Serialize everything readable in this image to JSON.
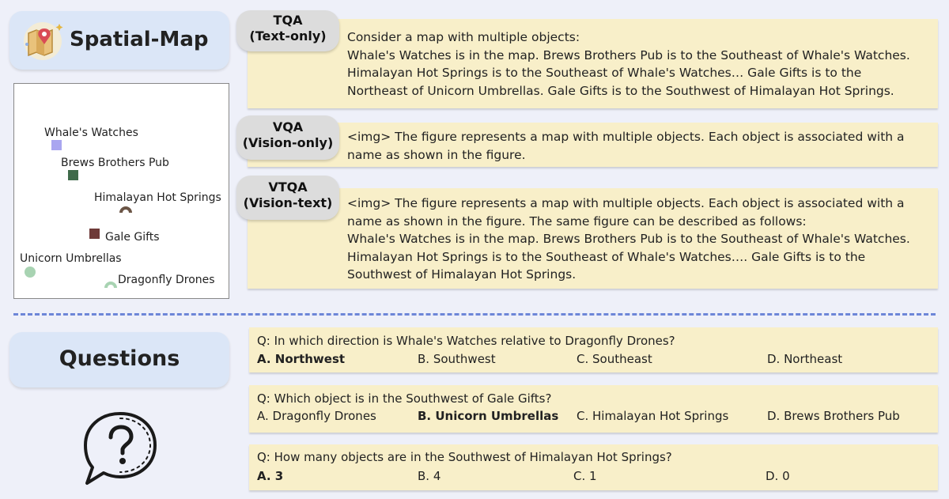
{
  "header": {
    "title": "Spatial-Map",
    "icon": "map-pin-icon"
  },
  "map": {
    "objects": [
      {
        "name": "Whale's  Watches",
        "color": "#a9a6f0",
        "shape": "square"
      },
      {
        "name": "Brews Brothers Pub",
        "color": "#3f6a4a",
        "shape": "square"
      },
      {
        "name": "Himalayan Hot Springs",
        "color": "#6b5546",
        "shape": "arc"
      },
      {
        "name": "Gale Gifts",
        "color": "#6e3a38",
        "shape": "square"
      },
      {
        "name": "Unicorn Umbrellas",
        "color": "#a8d3b2",
        "shape": "circle"
      },
      {
        "name": "Dragonfly Drones",
        "color": "#a8d3b2",
        "shape": "arc"
      }
    ]
  },
  "prompts": [
    {
      "tag_line1": "TQA",
      "tag_line2": "(Text-only)",
      "lines": [
        "Consider a map with multiple objects:",
        "Whale's Watches is in the map.  Brews Brothers Pub is to the Southeast of Whale's Watches.",
        "Himalayan Hot Springs is to the Southeast of Whale's Watches… Gale Gifts is to the",
        "Northeast of Unicorn Umbrellas. Gale Gifts is to the Southwest of Himalayan Hot Springs."
      ]
    },
    {
      "tag_line1": "VQA",
      "tag_line2": "(Vision-only)",
      "lines": [
        "<img> The figure represents a map with multiple objects. Each object is associated with a",
        "name as shown in the figure."
      ]
    },
    {
      "tag_line1": "VTQA",
      "tag_line2": "(Vision-text)",
      "lines": [
        "<img> The figure represents a map with multiple objects. Each object is associated with a",
        "name as shown in the figure.  The same figure can be described as follows:",
        "Whale's Watches is in the map.  Brews Brothers Pub is to the Southeast of Whale's Watches.",
        "Himalayan Hot Springs is to the Southeast of Whale's Watches….  Gale Gifts is to the",
        "Southwest of Himalayan Hot Springs."
      ]
    }
  ],
  "questions_header": {
    "title": "Questions",
    "icon": "question-bubble-icon"
  },
  "questions": [
    {
      "q": "Q: In which direction is Whale's Watches relative to Dragonfly Drones?",
      "options": [
        "A. Northwest",
        "B. Southwest",
        "C. Southeast",
        "D. Northeast"
      ],
      "correct": 0
    },
    {
      "q": "Q: Which object is in the Southwest of Gale Gifts?",
      "options": [
        "A. Dragonfly Drones",
        "B. Unicorn Umbrellas",
        "C. Himalayan Hot Springs",
        "D. Brews Brothers Pub"
      ],
      "correct": 1
    },
    {
      "q": "Q: How many objects are in the Southwest of Himalayan Hot Springs?",
      "options": [
        "A. 3",
        "B. 4",
        "C. 1",
        "D. 0"
      ],
      "correct": 0
    }
  ]
}
